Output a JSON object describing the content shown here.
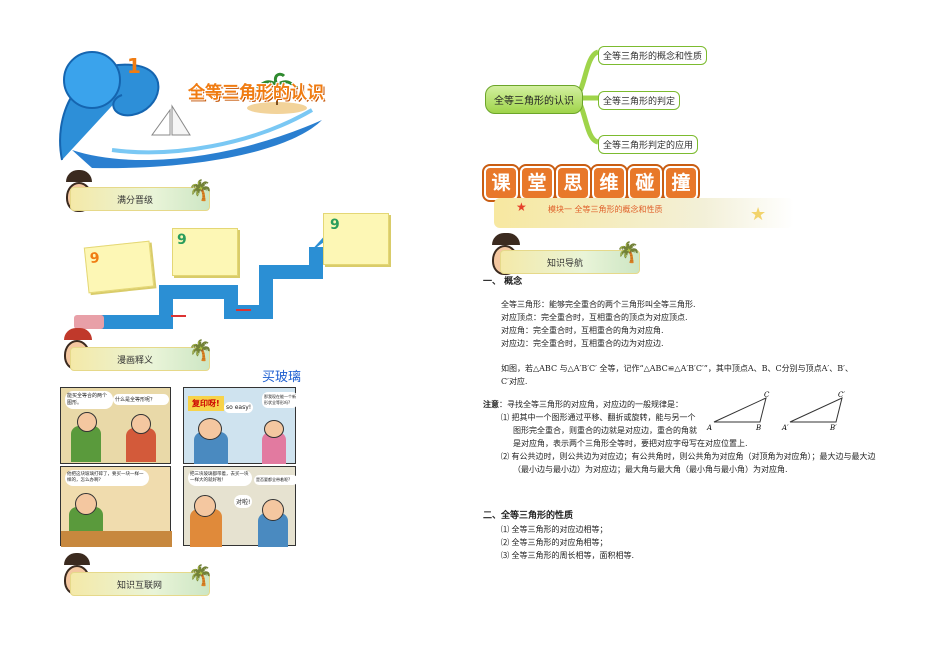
{
  "left": {
    "page_title": "全等三角形的认识",
    "banner1": "满分晋级",
    "banner2": "漫画释义",
    "banner3": "知识互联网",
    "note_nine": "9",
    "comic_red_label": "买玻璃",
    "comic": {
      "p1_bubble1": "能买全等合的两个图形。",
      "p1_bubble2": "什么是全等形呢？",
      "p2_burst": "复印呀!",
      "p2_bubble1": "so easy!",
      "p2_bubble2": "那我现在能一个新形状全等形吗?",
      "p3_bubble1": "他把这块玻璃打碎了，要买一块一样一样的，怎么办啊?",
      "p3_bubble2": "把三块玻璃都带着，去买一块一样大的就好啦！",
      "p3_bubble3": "对啦!",
      "p3_bubble4": "是否要都全带着呢?"
    }
  },
  "mindmap": {
    "root": "全等三角形的认识",
    "children": [
      "全等三角形的概念和性质",
      "全等三角形的判定",
      "全等三角形判定的应用"
    ]
  },
  "right": {
    "big_title_chars": [
      "课",
      "堂",
      "思",
      "维",
      "碰",
      "撞"
    ],
    "module_label": "模块一  全等三角形的概念和性质",
    "banner_nav": "知识导航",
    "sec1_title": "一、  概念",
    "defs": [
      "全等三角形：能够完全重合的两个三角形叫全等三角形.",
      "对应顶点：完全重合时，互相重合的顶点为对应顶点.",
      "对应角：完全重合时，互相重合的角为对应角.",
      "对应边：完全重合时，互相重合的边为对应边."
    ],
    "example_line1": "如图，若△ABC 与△A′B′C′ 全等，记作“△ABC≌△A′B′C′”，其中顶点A、B、C分别与顶点A′、B′、",
    "example_line2": "C′对应.",
    "note_label": "注意",
    "note_intro": "：寻找全等三角形的对应角，对应边的一般规律是：",
    "note_1a": "⑴ 把其中一个图形通过平移、翻折或旋转，能与另一个",
    "note_1b": "图形完全重合，则重合的边就是对应边，重合的角就",
    "note_1c": "是对应角，表示两个三角形全等时，要把对应字母写在对应位置上.",
    "note_2a": "⑵ 有公共边时，则公共边为对应边；有公共角时，则公共角为对应角（对顶角为对应角）；最大边与最大边",
    "note_2b": "（最小边与最小边）为对应边；最大角与最大角（最小角与最小角）为对应角.",
    "tri1": {
      "A": "A",
      "B": "B",
      "C": "C"
    },
    "tri2": {
      "A": "A′",
      "B": "B′",
      "C": "C′"
    },
    "sec2_title": "二、全等三角形的性质",
    "props": [
      "⑴ 全等三角形的对应边相等；",
      "⑵ 全等三角形的对应角相等；",
      "⑶ 全等三角形的周长相等，面积相等."
    ]
  },
  "colors": {
    "orange": "#f07c12",
    "green": "#7cbb2f",
    "blue": "#1e88d0"
  }
}
